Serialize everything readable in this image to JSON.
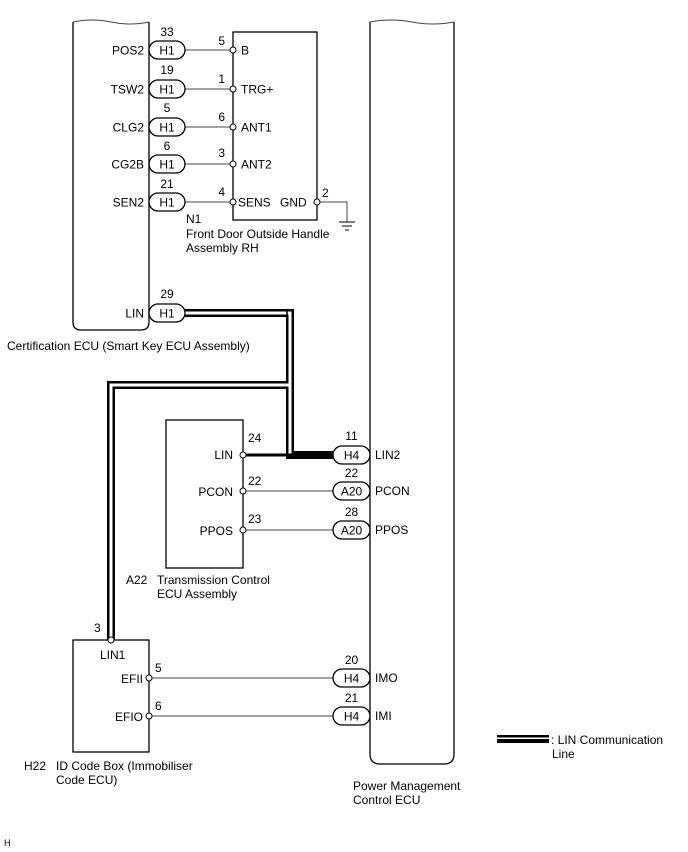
{
  "certification_ecu": {
    "name": "Certification ECU (Smart Key ECU Assembly)",
    "pins": [
      {
        "label": "POS2",
        "num": "33",
        "conn": "H1"
      },
      {
        "label": "TSW2",
        "num": "19",
        "conn": "H1"
      },
      {
        "label": "CLG2",
        "num": "5",
        "conn": "H1"
      },
      {
        "label": "CG2B",
        "num": "6",
        "conn": "H1"
      },
      {
        "label": "SEN2",
        "num": "21",
        "conn": "H1"
      },
      {
        "label": "LIN",
        "num": "29",
        "conn": "H1"
      }
    ]
  },
  "handle": {
    "code": "N1",
    "name_line1": "Front Door Outside Handle",
    "name_line2": "Assembly RH",
    "pins": [
      {
        "label": "B",
        "num": "5"
      },
      {
        "label": "TRG+",
        "num": "1"
      },
      {
        "label": "ANT1",
        "num": "6"
      },
      {
        "label": "ANT2",
        "num": "3"
      },
      {
        "label": "SENS",
        "num": "4"
      }
    ],
    "gnd": {
      "label": "GND",
      "num": "2"
    }
  },
  "tcm": {
    "code": "A22",
    "name_line1": "Transmission Control",
    "name_line2": "ECU Assembly",
    "pins": [
      {
        "label": "LIN",
        "num": "24"
      },
      {
        "label": "PCON",
        "num": "22"
      },
      {
        "label": "PPOS",
        "num": "23"
      }
    ]
  },
  "id_box": {
    "code": "H22",
    "name_line1": "ID Code Box (Immobiliser",
    "name_line2": "Code ECU)",
    "lin": {
      "label": "LIN1",
      "num": "3"
    },
    "pins": [
      {
        "label": "EFII",
        "num": "5"
      },
      {
        "label": "EFIO",
        "num": "6"
      }
    ]
  },
  "pmc_ecu": {
    "name_line1": "Power Management",
    "name_line2": "Control ECU",
    "pins": [
      {
        "label": "LIN2",
        "num": "11",
        "conn": "H4"
      },
      {
        "label": "PCON",
        "num": "22",
        "conn": "A20"
      },
      {
        "label": "PPOS",
        "num": "28",
        "conn": "A20"
      },
      {
        "label": "IMO",
        "num": "20",
        "conn": "H4"
      },
      {
        "label": "IMI",
        "num": "21",
        "conn": "H4"
      }
    ]
  },
  "legend": {
    "line1": ": LIN Communication",
    "line2": "Line"
  },
  "footer": {
    "mark": "H"
  }
}
